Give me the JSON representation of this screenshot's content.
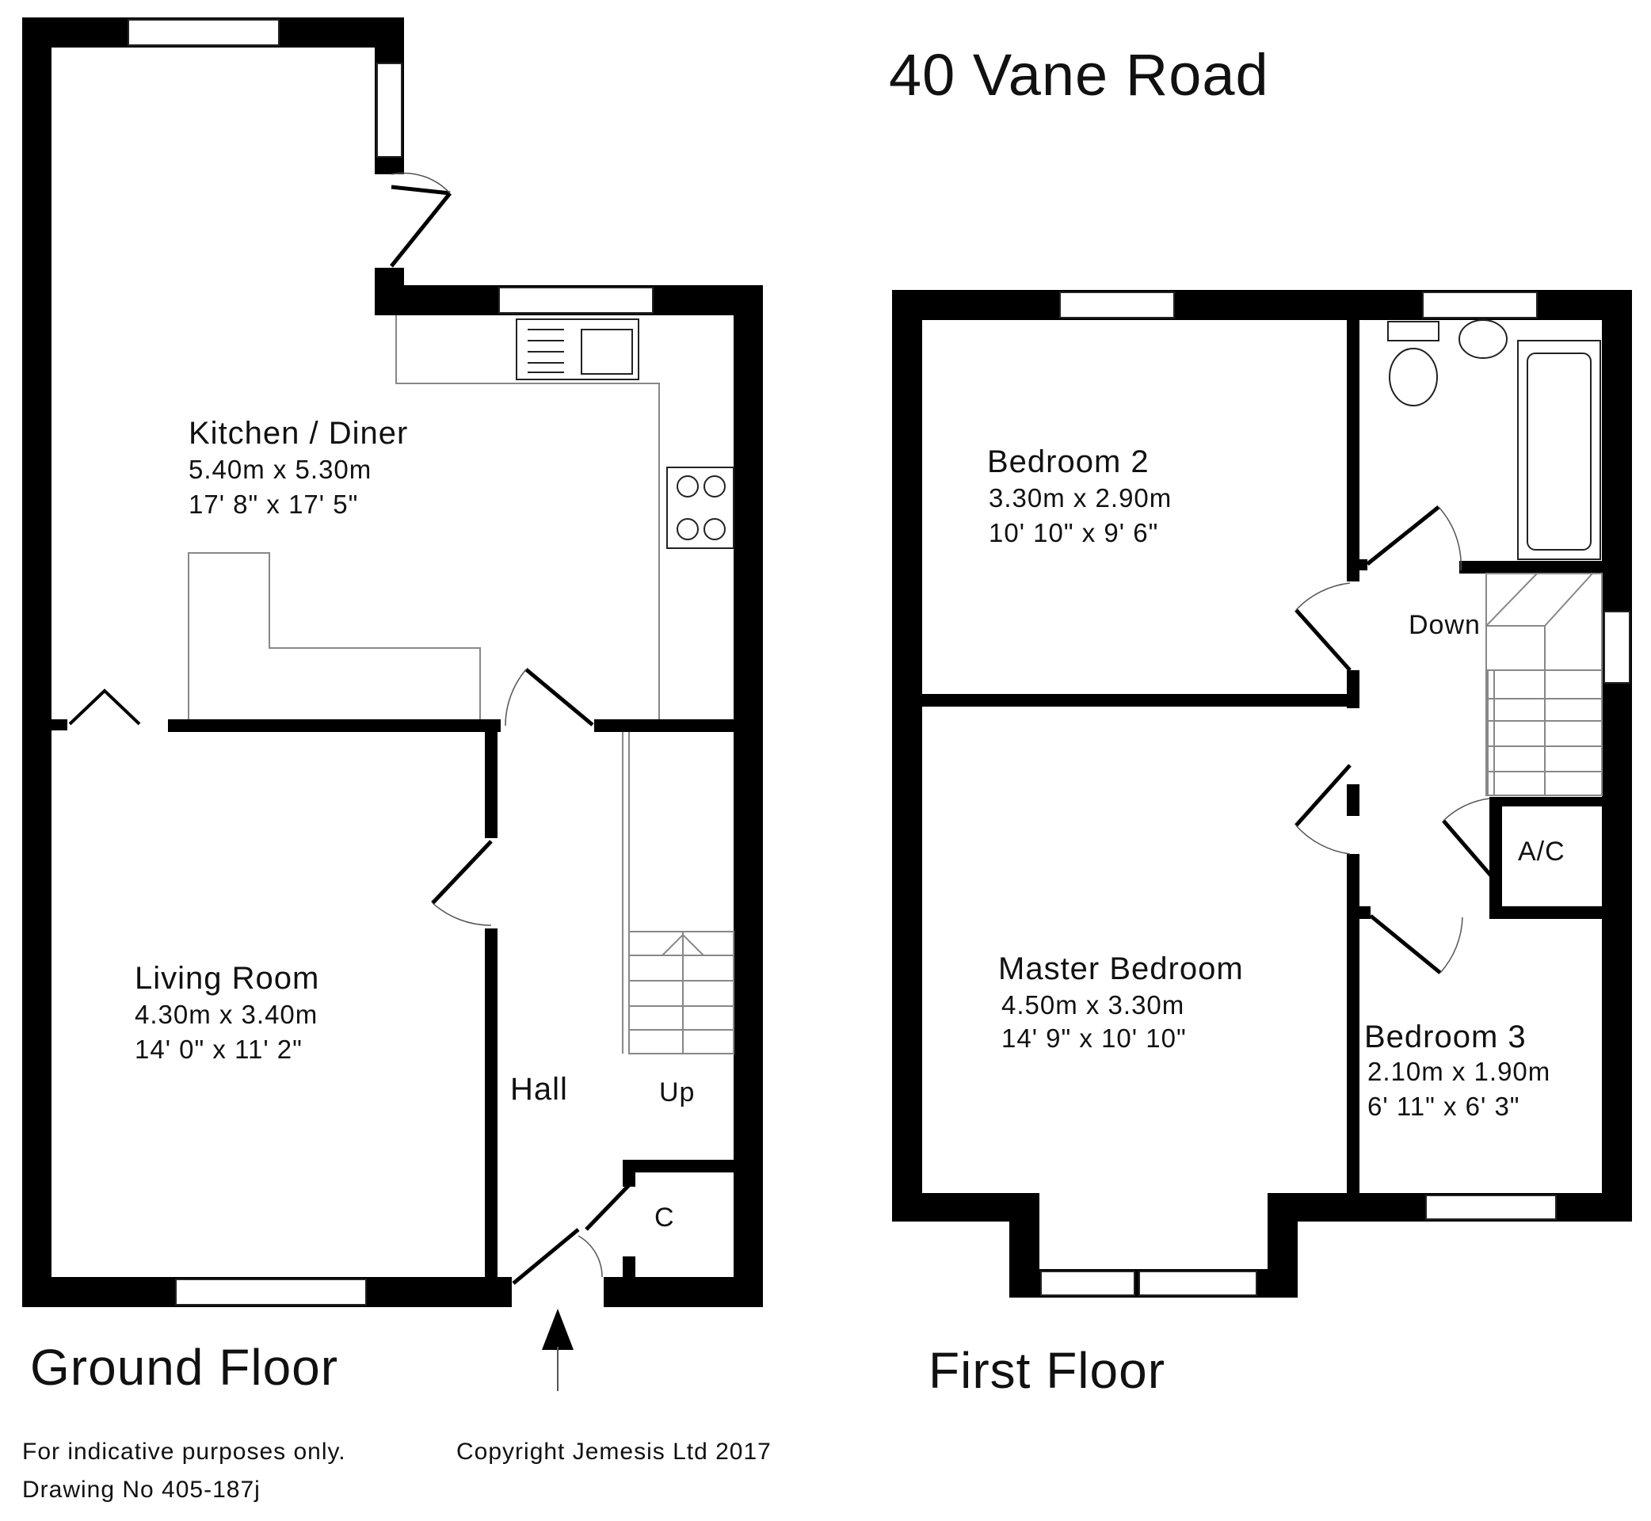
{
  "title": "40 Vane Road",
  "floors": [
    {
      "name": "Ground Floor",
      "rooms": [
        {
          "name": "Kitchen / Diner",
          "metric": "5.40m x 5.30m",
          "imperial": "17' 8\" x 17' 5\""
        },
        {
          "name": "Living Room",
          "metric": "4.30m x 3.40m",
          "imperial": "14' 0\" x 11' 2\""
        }
      ],
      "labels": {
        "hall": "Hall",
        "stairs": "Up",
        "cupboard": "C"
      }
    },
    {
      "name": "First Floor",
      "rooms": [
        {
          "name": "Bedroom 2",
          "metric": "3.30m x 2.90m",
          "imperial": "10' 10\" x 9' 6\""
        },
        {
          "name": "Master Bedroom",
          "metric": "4.50m x 3.30m",
          "imperial": "14' 9\" x 10' 10\""
        },
        {
          "name": "Bedroom 3",
          "metric": "2.10m x 1.90m",
          "imperial": "6' 11\" x 6' 3\""
        }
      ],
      "labels": {
        "stairs": "Down",
        "airing_cupboard": "A/C"
      }
    }
  ],
  "footer": {
    "disclaimer": "For indicative purposes only.",
    "drawing_no": "Drawing No 405-187j",
    "copyright": "Copyright Jemesis Ltd 2017"
  },
  "colors": {
    "walls": "#000000",
    "background": "#ffffff",
    "fixtures": "#888888"
  },
  "icons": {
    "entrance": "entrance-arrow-icon"
  }
}
